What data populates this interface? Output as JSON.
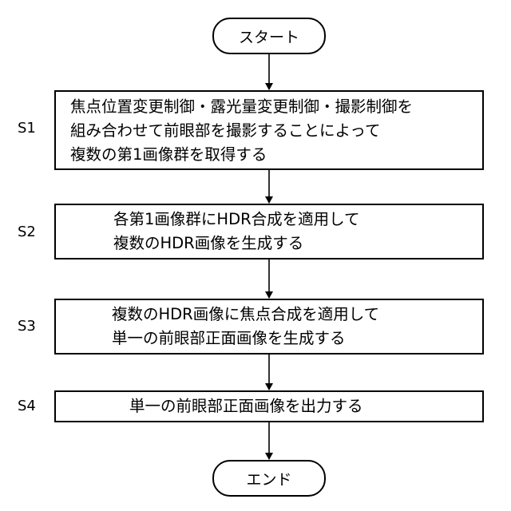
{
  "start": {
    "label": "スタート"
  },
  "steps": [
    {
      "id": "S1",
      "lines": [
        "焦点位置変更制御・露光量変更制御・撮影制御を",
        "組み合わせて前眼部を撮影することによって",
        "複数の第1画像群を取得する"
      ]
    },
    {
      "id": "S2",
      "lines": [
        "各第1画像群にHDR合成を適用して",
        "複数のHDR画像を生成する"
      ]
    },
    {
      "id": "S3",
      "lines": [
        "複数のHDR画像に焦点合成を適用して",
        "単一の前眼部正面画像を生成する"
      ]
    },
    {
      "id": "S4",
      "lines": [
        "単一の前眼部正面画像を出力する"
      ]
    }
  ],
  "end": {
    "label": "エンド"
  }
}
